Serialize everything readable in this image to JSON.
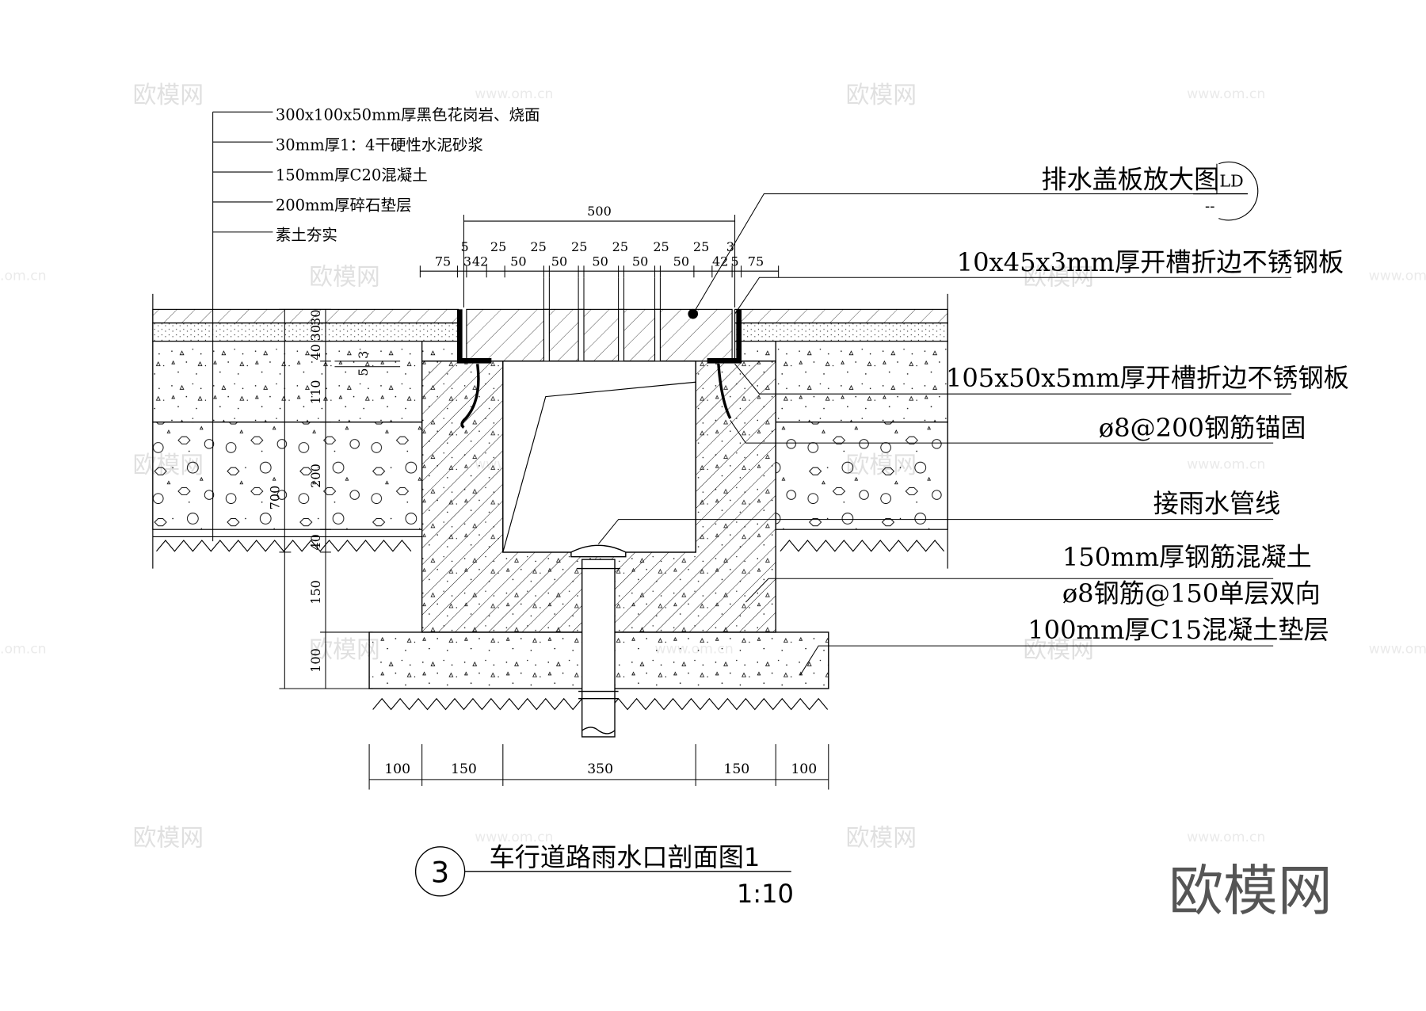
{
  "layer_labels": [
    "300x100x50mm厚黑色花岗岩、烧面",
    "30mm厚1：4干硬性水泥砂浆",
    "150mm厚C20混凝土",
    "200mm厚碎石垫层",
    "素土夯实"
  ],
  "callouts": [
    "排水盖板放大图",
    "10x45x3mm厚开槽折边不锈钢板",
    "105x50x5mm厚开槽折边不锈钢板",
    "ø8@200钢筋锚固",
    "接雨水管线",
    "150mm厚钢筋混凝土",
    "ø8钢筋@150单层双向",
    "100mm厚C15混凝土垫层"
  ],
  "detail_ref": {
    "top": "LD",
    "bottom": "--"
  },
  "top_dims": {
    "overall": "500",
    "upper": [
      "5",
      "25",
      "25",
      "25",
      "25",
      "25",
      "25",
      "3",
      "5"
    ],
    "lower": [
      "75",
      "3",
      "42",
      "50",
      "50",
      "50",
      "50",
      "50",
      "42",
      "75"
    ]
  },
  "left_dims": [
    "30",
    "30",
    "40",
    "110",
    "200",
    "40",
    "150",
    "100"
  ],
  "left_total": "700",
  "small_dims": [
    "5",
    "3"
  ],
  "bottom_dims": [
    "100",
    "150",
    "350",
    "150",
    "100"
  ],
  "title": {
    "number": "3",
    "text": "车行道路雨水口剖面图1",
    "scale": "1:10"
  },
  "watermark": {
    "brand": "欧模网",
    "site": "www.om.cn",
    "edge": ".om.cn"
  }
}
